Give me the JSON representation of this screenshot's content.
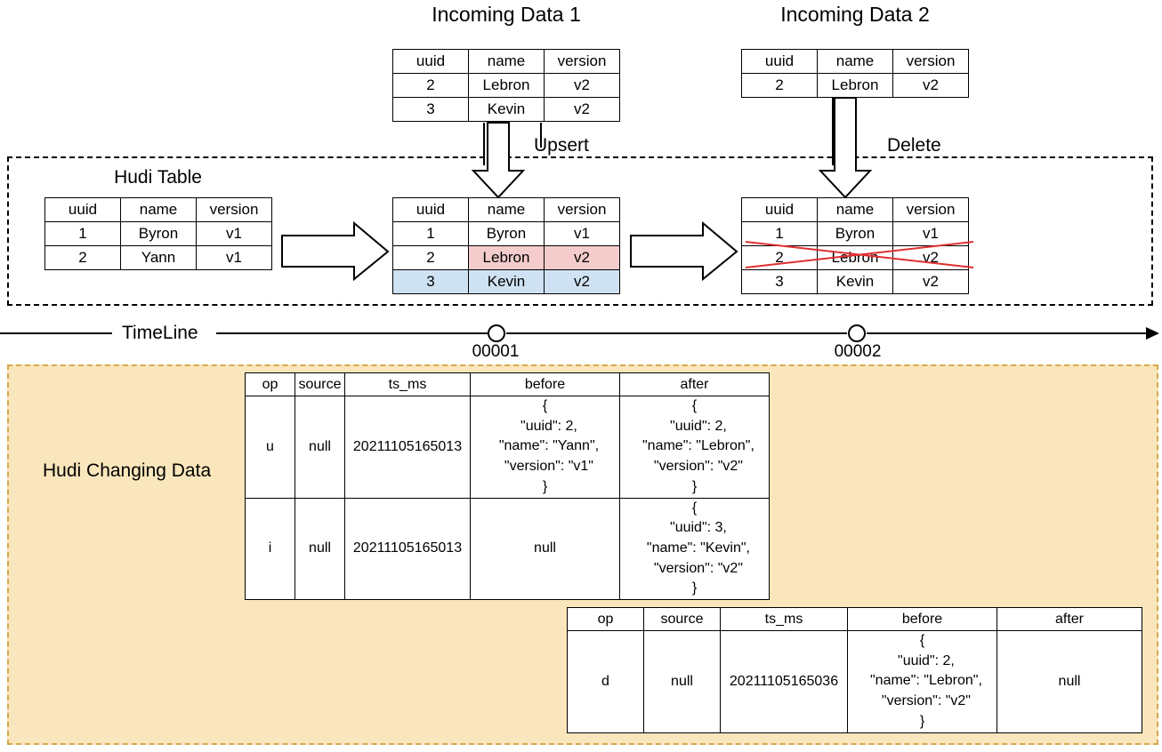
{
  "titles": {
    "incoming1": "Incoming Data 1",
    "incoming2": "Incoming Data 2",
    "hudi_table": "Hudi Table",
    "changing_data": "Hudi Changing Data"
  },
  "operations": {
    "upsert": "Upsert",
    "delete": "Delete"
  },
  "timeline": {
    "label": "TimeLine",
    "ticks": [
      {
        "label": "00001"
      },
      {
        "label": "00002"
      }
    ]
  },
  "record_table": {
    "headers": [
      "uuid",
      "name",
      "version"
    ]
  },
  "incoming1_rows": [
    {
      "uuid": "2",
      "name": "Lebron",
      "version": "v2"
    },
    {
      "uuid": "3",
      "name": "Kevin",
      "version": "v2"
    }
  ],
  "incoming2_rows": [
    {
      "uuid": "2",
      "name": "Lebron",
      "version": "v2"
    }
  ],
  "hudi_before_rows": [
    {
      "uuid": "1",
      "name": "Byron",
      "version": "v1"
    },
    {
      "uuid": "2",
      "name": "Yann",
      "version": "v1"
    }
  ],
  "hudi_after_upsert_rows": [
    {
      "uuid": "1",
      "name": "Byron",
      "version": "v1"
    },
    {
      "uuid": "2",
      "name": "Lebron",
      "version": "v2"
    },
    {
      "uuid": "3",
      "name": "Kevin",
      "version": "v2"
    }
  ],
  "hudi_after_delete_rows": [
    {
      "uuid": "1",
      "name": "Byron",
      "version": "v1"
    },
    {
      "uuid": "2",
      "name": "Lebron",
      "version": "v2"
    },
    {
      "uuid": "3",
      "name": "Kevin",
      "version": "v2"
    }
  ],
  "cdc_table": {
    "headers": [
      "op",
      "source",
      "ts_ms",
      "before",
      "after"
    ]
  },
  "cdc_rows_1": [
    {
      "op": "u",
      "source": "null",
      "ts_ms": "20211105165013",
      "before": "{\n  \"uuid\": 2,\n  \"name\": \"Yann\",\n  \"version\": \"v1\"\n}",
      "after": "{\n  \"uuid\": 2,\n  \"name\": \"Lebron\",\n  \"version\": \"v2\"\n}"
    },
    {
      "op": "i",
      "source": "null",
      "ts_ms": "20211105165013",
      "before": "null",
      "after": "{\n  \"uuid\": 3,\n  \"name\": \"Kevin\",\n  \"version\": \"v2\"\n}"
    }
  ],
  "cdc_rows_2": [
    {
      "op": "d",
      "source": "null",
      "ts_ms": "20211105165036",
      "before": "{\n  \"uuid\": 2,\n  \"name\": \"Lebron\",\n  \"version\": \"v2\"\n}",
      "after": "null"
    }
  ],
  "colors": {
    "update_highlight": "#f4cccc",
    "insert_highlight": "#cfe2f3",
    "delete_strike": "#e03030",
    "panel_fill": "#fae6bc",
    "panel_border": "#d6a84b"
  }
}
